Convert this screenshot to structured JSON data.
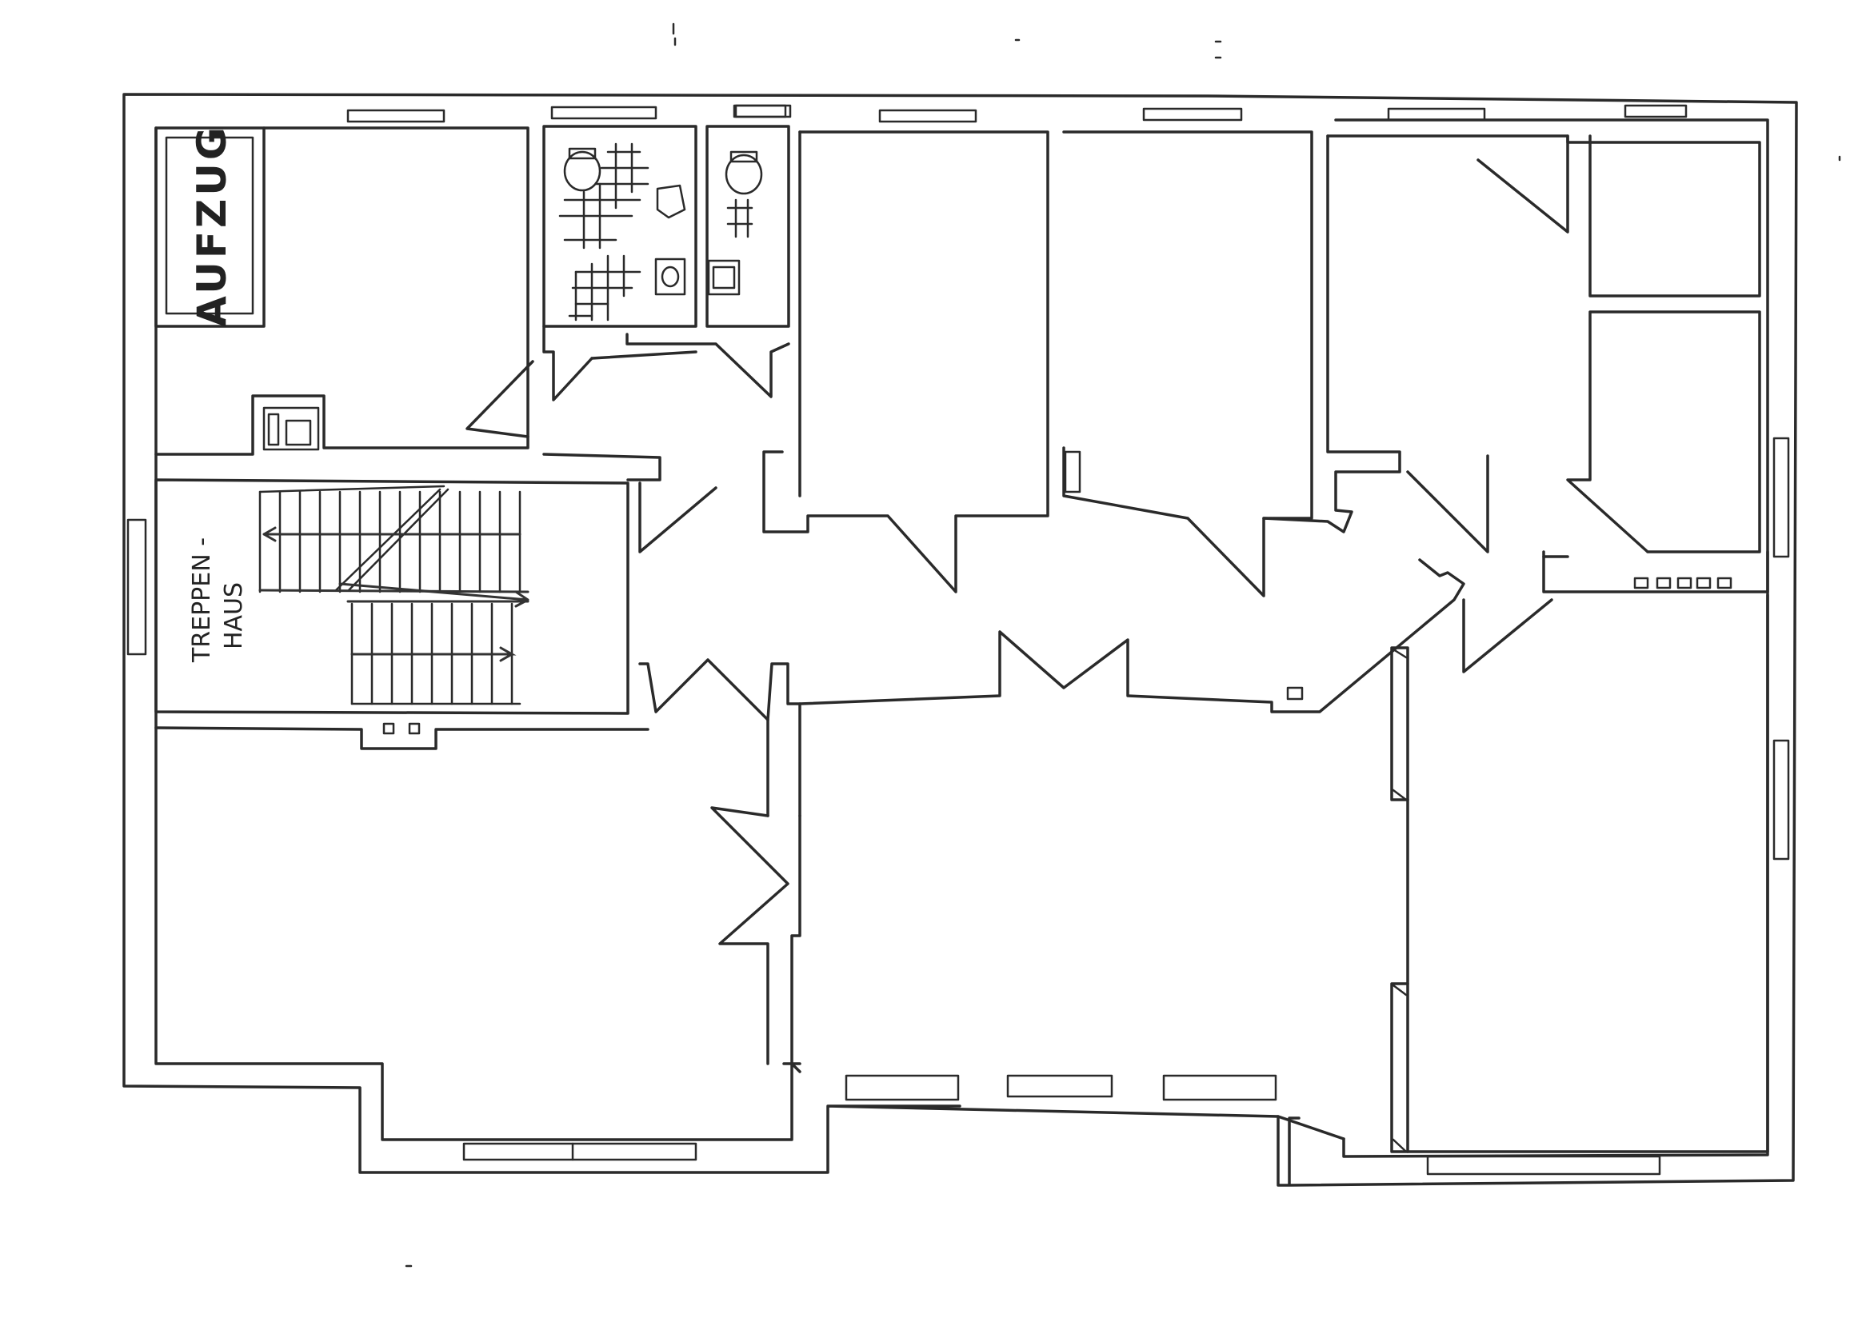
{
  "labels": {
    "elevator": "AUFZUG",
    "stair_line1": "TREPPEN -",
    "stair_line2": "HAUS"
  },
  "colors": {
    "paper": "#ffffff",
    "ink": "#2a2a2a"
  },
  "icons": [
    "toilet-icon",
    "urinal-icon",
    "sink-icon",
    "stair-arrow-icon",
    "window-icon",
    "door-swing-icon"
  ]
}
